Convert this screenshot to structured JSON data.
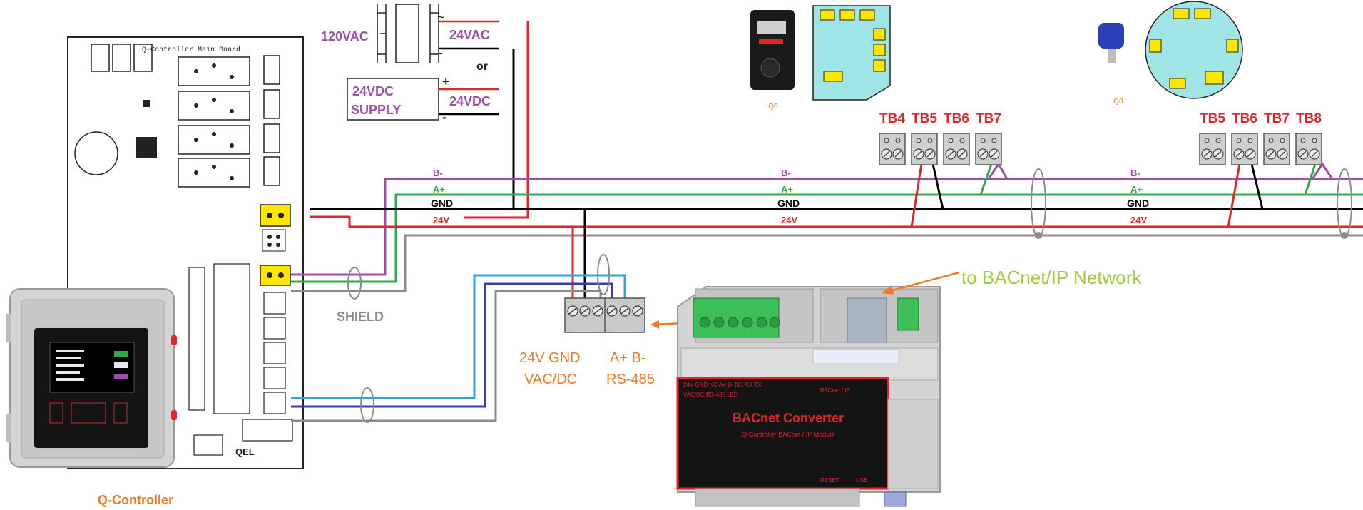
{
  "power": {
    "ac_in": "120VAC",
    "ac_out": "24VAC",
    "tilde": "~",
    "or": "or",
    "dc_supply_line1": "24VDC",
    "dc_supply_line2": "SUPPLY",
    "dc_out": "24VDC",
    "plus": "+",
    "minus": "-"
  },
  "bus": {
    "b_minus": "B-",
    "a_plus": "A+",
    "gnd": "GND",
    "v24": "24V"
  },
  "devices": {
    "q5": "Q5",
    "q8": "Q8",
    "q5_terminals": [
      "TB4",
      "TB5",
      "TB6",
      "TB7"
    ],
    "q8_terminals": [
      "TB5",
      "TB6",
      "TB7",
      "TB8"
    ]
  },
  "labels": {
    "shield": "SHIELD",
    "to_network": "to BACnet/IP Network",
    "term_power_line1": "24V GND",
    "term_power_line2": "VAC/DC",
    "term_rs485_line1": "A+  B-",
    "term_rs485_line2": "RS-485",
    "q_controller": "Q-Controller"
  },
  "controller_board": {
    "title": "Q-Controller Main Board",
    "logo": "QEL"
  },
  "converter": {
    "title": "BACnet Converter",
    "subtitle": "Q-Controller BACnet / IP Module",
    "port_labels": "24V GND NC  A+  B-  NC   RX  TX",
    "port_sublabels": "VAC/DC          RS-485        LED",
    "eth_label": "BACnet / IP",
    "reset": "RESET",
    "usb": "USB"
  },
  "colors": {
    "purple": "#9b4fa8",
    "green": "#2fa84f",
    "black": "#000000",
    "red": "#e0262b",
    "gray": "#8c8c8c",
    "cyan": "#2aa7de",
    "blue": "#3a3fb0",
    "orange": "#f07a22",
    "lime": "#9ccd3a",
    "board_teal": "#9fe5e5"
  }
}
